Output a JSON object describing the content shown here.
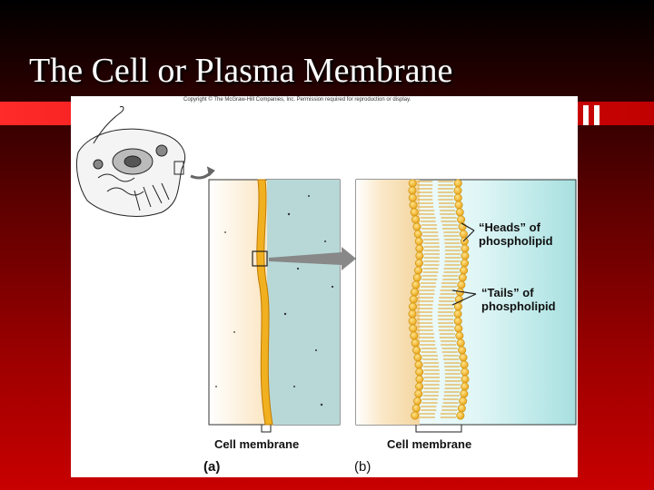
{
  "slide": {
    "title": "The Cell or Plasma Membrane"
  },
  "figure": {
    "copyright": "Copyright © The McGraw-Hill Companies, Inc. Permission required for reproduction or display.",
    "heads_label_line1": "“Heads” of",
    "heads_label_line2": "phospholipid",
    "tails_label_line1": "“Tails” of",
    "tails_label_line2": "phospholipid",
    "cell_membrane_a": "Cell membrane",
    "cell_membrane_b": "Cell membrane",
    "panel_a": "(a)",
    "panel_b": "(b)"
  },
  "colors": {
    "background_top": "#000000",
    "background_bottom": "#c80000",
    "accent_bar": "#ff2a2a",
    "cytoplasm": "#f6dcaa",
    "extracellular": "#b8d8d8",
    "membrane": "#f0b020",
    "bilayer_fluid": "#c0ecec"
  }
}
